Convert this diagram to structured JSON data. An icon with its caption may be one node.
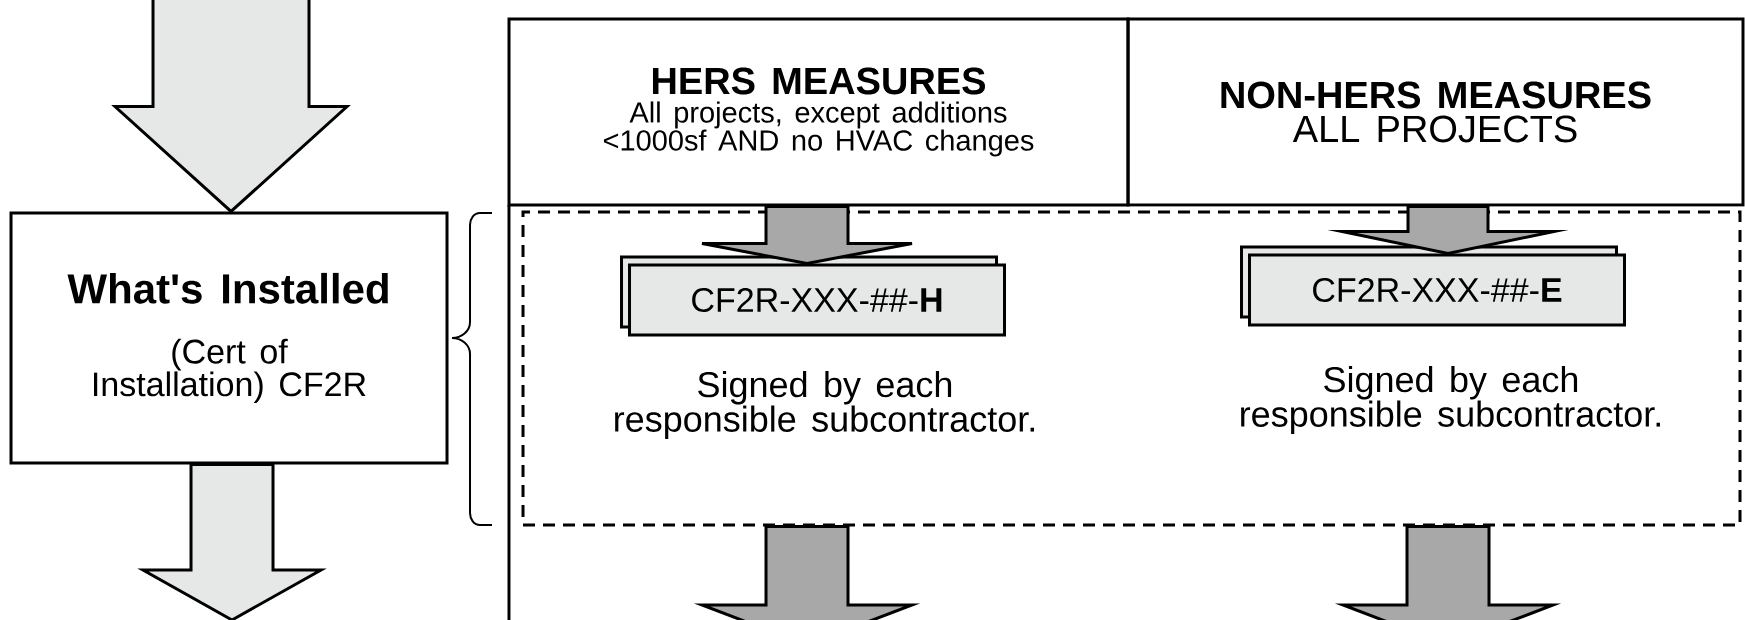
{
  "diagram": {
    "nodes": [
      {
        "text": [
          "What's Installed",
          "(Cert of Installation) CF2R"
        ]
      },
      {
        "text": [
          "HERS MEASURES",
          "All projects, except additions <1000sf AND no HVAC changes"
        ]
      },
      {
        "text": [
          "NON-HERS MEASURES",
          "ALL PROJECTS"
        ]
      },
      {
        "text": [],
        "shape": "box"
      },
      {
        "text": [
          "CF2R-XXX-##-**H**"
        ],
        "beside": [
          "Signed by each responsible subcontractor."
        ],
        "in": 3
      },
      {
        "text": [
          "CF2R-XXX-##-**E**"
        ],
        "beside": [
          "Signed by each responsible subcontractor."
        ],
        "in": 3
      }
    ],
    "edges": [
      {
        "from": null,
        "to": 0,
        "arrow": "to",
        "color": "#e6e8e8"
      },
      {
        "from": 0,
        "to": null,
        "arrow": "to",
        "color": "#e6e8e8"
      },
      {
        "from": 1,
        "to": 4,
        "arrow": "to"
      },
      {
        "from": 2,
        "to": 5,
        "arrow": "to"
      },
      {
        "from": 3,
        "to": null,
        "arrow": "to"
      },
      {
        "from": 3,
        "to": null,
        "arrow": "to"
      }
    ]
  }
}
